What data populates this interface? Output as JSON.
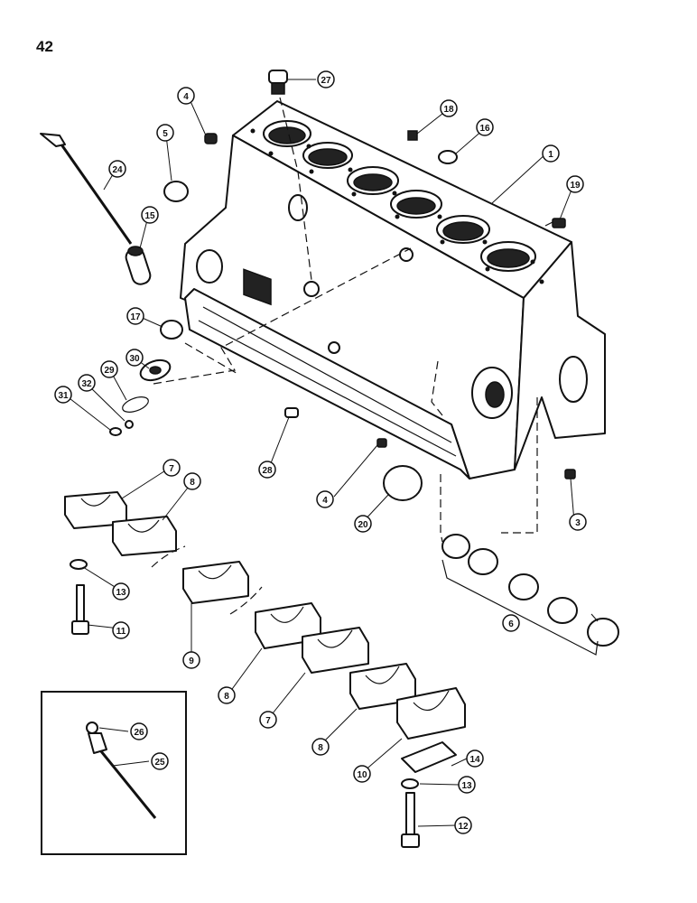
{
  "page_number": "42",
  "callouts": [
    {
      "id": "c1",
      "label": "1"
    },
    {
      "id": "c3",
      "label": "3"
    },
    {
      "id": "c4a",
      "label": "4"
    },
    {
      "id": "c4b",
      "label": "4"
    },
    {
      "id": "c5",
      "label": "5"
    },
    {
      "id": "c6",
      "label": "6"
    },
    {
      "id": "c7a",
      "label": "7"
    },
    {
      "id": "c7b",
      "label": "7"
    },
    {
      "id": "c8a",
      "label": "8"
    },
    {
      "id": "c8b",
      "label": "8"
    },
    {
      "id": "c8c",
      "label": "8"
    },
    {
      "id": "c9",
      "label": "9"
    },
    {
      "id": "c10",
      "label": "10"
    },
    {
      "id": "c11",
      "label": "11"
    },
    {
      "id": "c12",
      "label": "12"
    },
    {
      "id": "c13a",
      "label": "13"
    },
    {
      "id": "c13b",
      "label": "13"
    },
    {
      "id": "c14",
      "label": "14"
    },
    {
      "id": "c15",
      "label": "15"
    },
    {
      "id": "c16",
      "label": "16"
    },
    {
      "id": "c17",
      "label": "17"
    },
    {
      "id": "c18",
      "label": "18"
    },
    {
      "id": "c19",
      "label": "19"
    },
    {
      "id": "c20",
      "label": "20"
    },
    {
      "id": "c24",
      "label": "24"
    },
    {
      "id": "c25",
      "label": "25"
    },
    {
      "id": "c26",
      "label": "26"
    },
    {
      "id": "c27",
      "label": "27"
    },
    {
      "id": "c28",
      "label": "28"
    },
    {
      "id": "c29",
      "label": "29"
    },
    {
      "id": "c30",
      "label": "30"
    },
    {
      "id": "c31",
      "label": "31"
    },
    {
      "id": "c32",
      "label": "32"
    }
  ]
}
